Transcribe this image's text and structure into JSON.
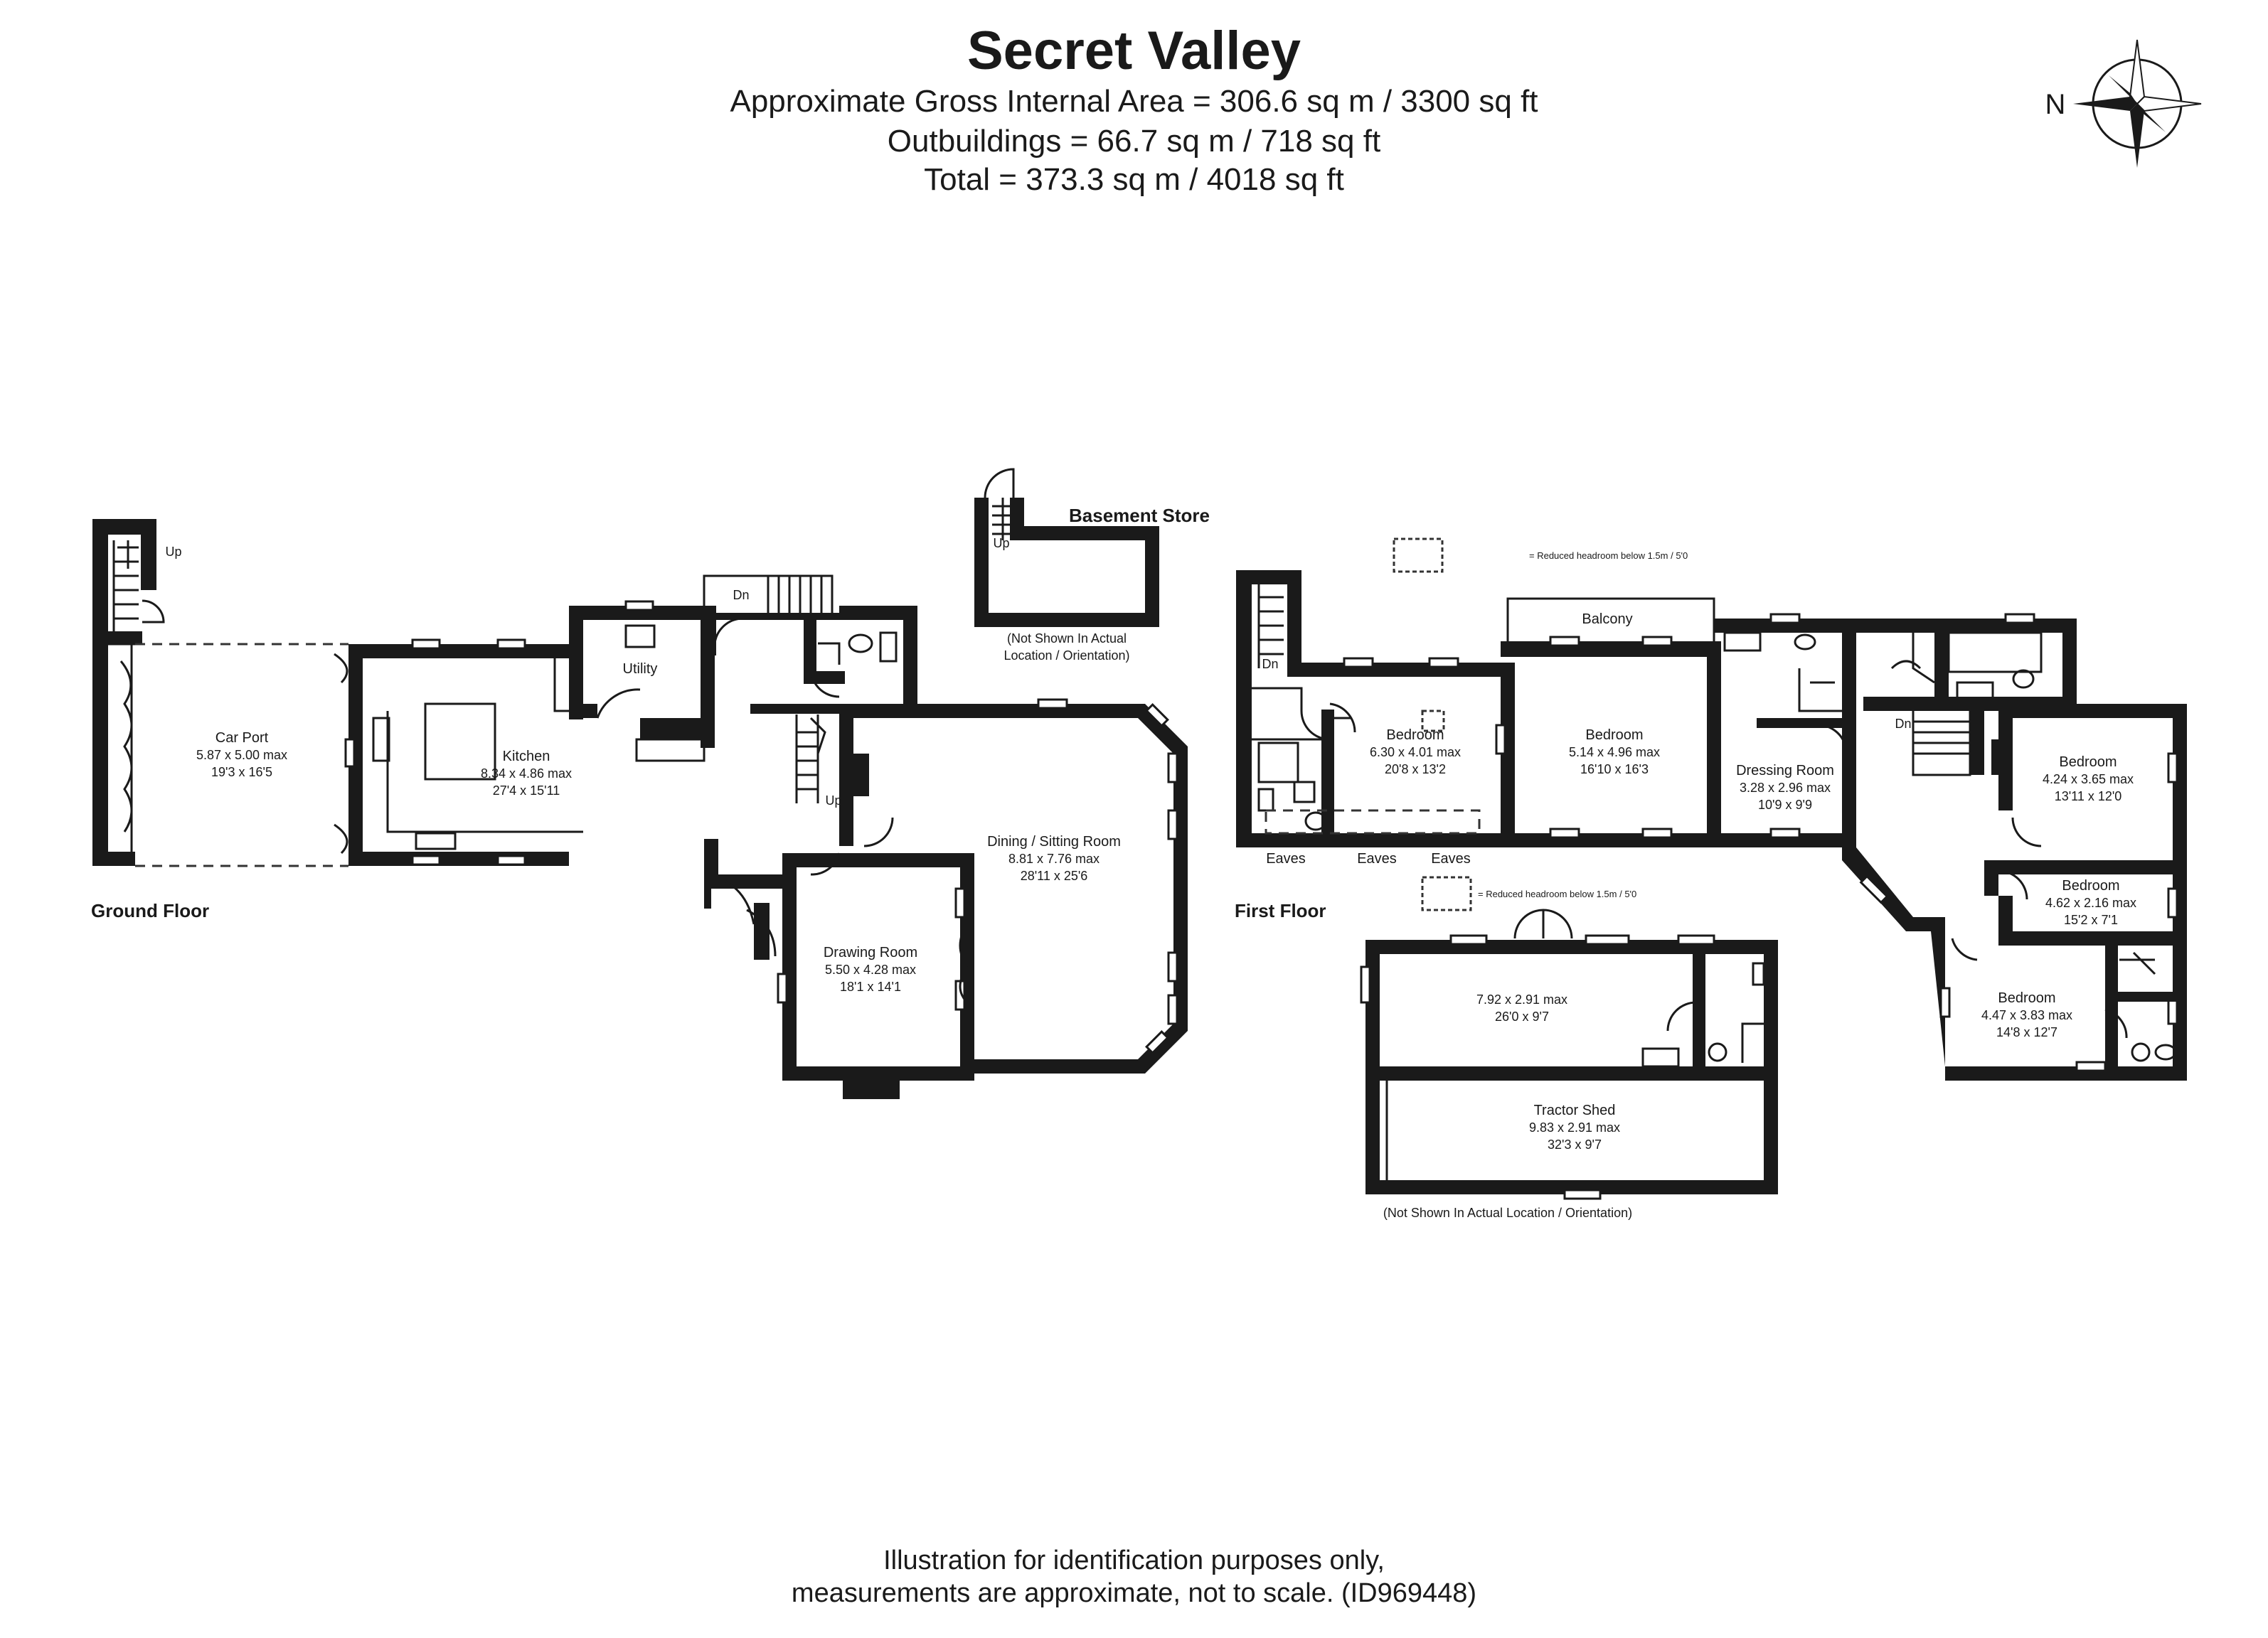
{
  "header": {
    "title": "Secret Valley",
    "gross_area": "Approximate Gross Internal Area = 306.6 sq m / 3300 sq ft",
    "outbuildings": "Outbuildings = 66.7 sq m / 718 sq ft",
    "total": "Total = 373.3 sq m / 4018 sq ft"
  },
  "compass": {
    "label": "N"
  },
  "floors": {
    "ground": "Ground Floor",
    "first": "First Floor"
  },
  "ground_rooms": {
    "car_port": {
      "name": "Car Port",
      "metric": "5.87 x 5.00 max",
      "imperial": "19'3 x 16'5"
    },
    "kitchen": {
      "name": "Kitchen",
      "metric": "8.34 x 4.86 max",
      "imperial": "27'4 x 15'11"
    },
    "utility": {
      "name": "Utility"
    },
    "dining": {
      "name": "Dining / Sitting Room",
      "metric": "8.81 x 7.76 max",
      "imperial": "28'11 x 25'6"
    },
    "drawing": {
      "name": "Drawing Room",
      "metric": "5.50 x 4.28 max",
      "imperial": "18'1 x 14'1"
    }
  },
  "basement": {
    "name": "Basement Store",
    "note_line1": "(Not Shown In Actual",
    "note_line2": "Location / Orientation)"
  },
  "first_rooms": {
    "bed1": {
      "name": "Bedroom",
      "metric": "6.30 x 4.01 max",
      "imperial": "20'8 x 13'2"
    },
    "bed2": {
      "name": "Bedroom",
      "metric": "5.14 x 4.96 max",
      "imperial": "16'10 x 16'3"
    },
    "dressing": {
      "name": "Dressing Room",
      "metric": "3.28 x 2.96 max",
      "imperial": "10'9 x 9'9"
    },
    "bed3": {
      "name": "Bedroom",
      "metric": "4.24 x 3.65 max",
      "imperial": "13'11 x 12'0"
    },
    "bed4": {
      "name": "Bedroom",
      "metric": "4.62 x 2.16 max",
      "imperial": "15'2 x 7'1"
    },
    "bed5": {
      "name": "Bedroom",
      "metric": "4.47 x 3.83 max",
      "imperial": "14'8 x 12'7"
    },
    "balcony": {
      "name": "Balcony"
    },
    "eaves": "Eaves"
  },
  "outbuildings": {
    "workshop": {
      "metric": "7.92 x 2.91 max",
      "imperial": "26'0 x 9'7"
    },
    "tractor_shed": {
      "name": "Tractor Shed",
      "metric": "9.83 x 2.91 max",
      "imperial": "32'3 x 9'7"
    },
    "note": "(Not Shown In Actual Location / Orientation)"
  },
  "legend": {
    "reduced_headroom": "= Reduced headroom below 1.5m / 5'0"
  },
  "stairs": {
    "up": "Up",
    "down": "Dn"
  },
  "footer": {
    "line1": "Illustration for identification purposes only,",
    "line2": "measurements are approximate, not to scale. (ID969448)"
  }
}
